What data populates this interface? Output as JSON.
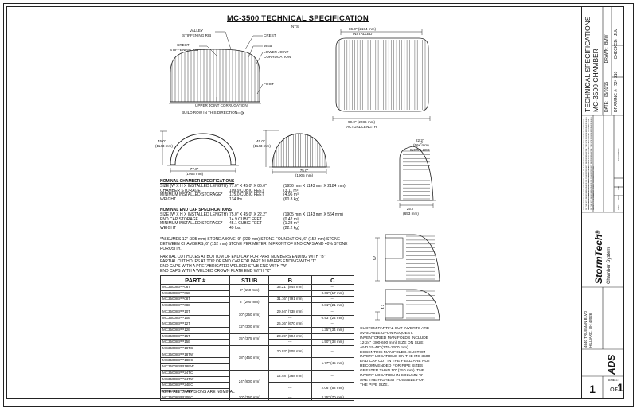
{
  "title": "MC-3500 TECHNICAL SPECIFICATION",
  "nts": "NTS",
  "callouts": {
    "valley": "VALLEY",
    "valley2": "STIFFENING RIB",
    "crest_st": "CREST",
    "crest_st2": "STIFFENING RIB",
    "crest": "CREST",
    "web": "WEB",
    "lower_joint": "LOWER JOINT",
    "lower_joint2": "CORRUGATION",
    "foot": "FOOT",
    "upper_joint": "UPPER JOINT CORRUGATION",
    "build_row": "BUILD ROW IN THIS DIRECTION"
  },
  "dims": {
    "installed_len": "86.0\" (2184 mm)",
    "installed_len2": "INSTALLED",
    "actual_len": "90.0\" (2286 mm)",
    "actual_len2": "ACTUAL LENGTH",
    "h1": "45.0\"",
    "h1b": "(1143 mm)",
    "w1": "77.0\"",
    "w1b": "(1956 mm)",
    "h2": "45.0\"",
    "h2b": "(1143 mm)",
    "w2": "75.0\"",
    "w2b": "(1905 mm)",
    "ec_h": "22.2\"",
    "ec_h2": "(564 mm)",
    "ec_h3": "INSTALLED",
    "ec_w": "25.7\"",
    "ec_w2": "(653 mm)",
    "b": "B",
    "c": "C"
  },
  "chamber_specs": {
    "heading": "NOMINAL CHAMBER SPECIFICATIONS",
    "rows": [
      {
        "label": "SIZE (W X H X INSTALLED LENGTH)",
        "v1": "77.0\" X 45.0\" X 86.0\"",
        "v2": "(1956 mm X 1143 mm X 2184 mm)"
      },
      {
        "label": "CHAMBER STORAGE",
        "v1": "109.9 CUBIC FEET",
        "v2": "(3.11 m³)"
      },
      {
        "label": "MINIMUM INSTALLED STORAGE*",
        "v1": "175.0 CUBIC FEET",
        "v2": "(4.96 m³)"
      },
      {
        "label": "WEIGHT",
        "v1": "134 lbs.",
        "v2": "(60.8 kg)"
      }
    ]
  },
  "endcap_specs": {
    "heading": "NOMINAL END CAP SPECIFICATIONS",
    "rows": [
      {
        "label": "SIZE (W X H X INSTALLED LENGTH)",
        "v1": "75.0\" X 45.0\" X 22.2\"",
        "v2": "(1905 mm X 1143 mm X 564 mm)"
      },
      {
        "label": "END CAP STORAGE",
        "v1": "14.9 CUBIC FEET",
        "v2": "(0.42 m³)"
      },
      {
        "label": "MINIMUM INSTALLED STORAGE*",
        "v1": "45.1 CUBIC FEET",
        "v2": "(1.28 m³)"
      },
      {
        "label": "WEIGHT",
        "v1": "49 lbs.",
        "v2": "(22.2 kg)"
      }
    ]
  },
  "footnote": [
    "*ASSUMES 12\" (305 mm) STONE ABOVE, 9\" (229 mm) STONE FOUNDATION, 6\" (152 mm) STONE",
    "BETWEEN CHAMBERS, 6\" (152 mm) STONE PERIMETER IN FRONT OF END CAPS AND 40% STONE",
    "POROSITY."
  ],
  "partial_cut": [
    "PARTIAL CUT HOLES AT BOTTOM OF END CAP FOR PART NUMBERS ENDING WITH \"B\"",
    "PARTIAL CUT HOLES AT TOP OF END CAP FOR PART NUMBERS ENDING WITH \"T\"",
    "END CAPS WITH A PREFABRICATED WELDED STUB END WITH \"W\"",
    "END CAPS WITH A WELDED CROWN PLATE END WITH \"C\""
  ],
  "table": {
    "headers": [
      "PART #",
      "STUB",
      "B",
      "C"
    ],
    "rows": [
      [
        "MC3500IEPP06T",
        "6\" (150 mm)",
        "33.21\" (844 mm)",
        "---"
      ],
      [
        "MC3500IEPP06B",
        "",
        "---",
        "0.66\" (17 mm)"
      ],
      [
        "MC3500IEPP08T",
        "8\" (200 mm)",
        "31.16\" (791 mm)",
        "---"
      ],
      [
        "MC3500IEPP08B",
        "",
        "---",
        "0.81\" (21 mm)"
      ],
      [
        "MC3500IEPP10T",
        "10\" (250 mm)",
        "29.04\" (738 mm)",
        "---"
      ],
      [
        "MC3500IEPP10B",
        "",
        "---",
        "0.93\" (24 mm)"
      ],
      [
        "MC3500IEPP12T",
        "12\" (300 mm)",
        "26.36\" (670 mm)",
        "---"
      ],
      [
        "MC3500IEPP12B",
        "",
        "---",
        "1.35\" (34 mm)"
      ],
      [
        "MC3500IEPP15T",
        "15\" (375 mm)",
        "23.39\" (594 mm)",
        "---"
      ],
      [
        "MC3500IEPP15B",
        "",
        "---",
        "1.50\" (38 mm)"
      ],
      [
        "MC3500IEPP18TC",
        "18\" (450 mm)",
        "20.03\" (509 mm)",
        "---"
      ],
      [
        "MC3500IEPP18TW",
        "",
        "",
        ""
      ],
      [
        "MC3500IEPP18BC",
        "",
        "---",
        "1.77\" (45 mm)"
      ],
      [
        "MC3500IEPP18BW",
        "",
        "",
        ""
      ],
      [
        "MC3500IEPP24TC",
        "24\" (600 mm)",
        "14.48\" (368 mm)",
        "---"
      ],
      [
        "MC3500IEPP24TW",
        "",
        "",
        ""
      ],
      [
        "MC3500IEPP24BC",
        "",
        "---",
        "2.06\" (52 mm)"
      ],
      [
        "MC3500IEPP24BW",
        "",
        "",
        ""
      ],
      [
        "MC3500IEPP30BC",
        "30\" (750 mm)",
        "---",
        "2.75\" (70 mm)"
      ]
    ]
  },
  "table_note": "NOTE: ALL DIMENSIONS ARE NOMINAL",
  "custom_note": [
    "CUSTOM PARTIAL CUT INVERTS ARE",
    "AVAILABLE UPON REQUEST.",
    "INVENTORIED MANIFOLDS INCLUDE",
    "12-24\" (300-600 mm) SIZE ON SIZE",
    "AND 15-48\" (375-1200 mm)",
    "ECCENTRIC MANIFOLDS. CUSTOM",
    "INVERT LOCATIONS ON THE MC-3500",
    "END CAP CUT IN THE FIELD ARE NOT",
    "RECOMMENDED FOR PIPE SIZES",
    "GREATER THAN 10\" (250 mm). THE",
    "INVERT LOCATION IN COLUMN 'B'",
    "ARE THE HIGHEST POSSIBLE FOR",
    "THE PIPE SIZE."
  ],
  "title_block": {
    "sheet_title1": "TECHNICAL SPECIFICATIONS",
    "sheet_title2": "MC-3500 CHAMBER",
    "date_label": "DATE:",
    "date": "05/01/15",
    "drawn_label": "DRAWN:",
    "drawn": "BMW",
    "checked_label": "CHECKED:",
    "checked": "JLM",
    "drawing_label": "DRAWING #:",
    "drawing": "724-310",
    "brand": "StormTech",
    "reg": "®",
    "brand_sub": "Chamber System",
    "address1": "4640 TRUEMAN BLVD",
    "address2": "HILLIARD, OH 43026",
    "ads": "ADS",
    "rev_cols": [
      "DATE",
      "DRW",
      "CHK",
      "DESCRIPTION"
    ],
    "disclaimer": "THIS DRAWING HAS BEEN PREPARED BASED ON INFORMATION PROVIDED TO ADS UNDER THE DIRECTION OF THE SITE DESIGN ENGINEER OR OTHER PROJECT REPRESENTATIVE. THE SITE DESIGN ENGINEER SHALL REVIEW THIS DRAWING PRIOR TO CONSTRUCTION.",
    "sheet_label": "SHEET",
    "sheet_num": "1",
    "of": "OF",
    "sheet_total": "1"
  }
}
